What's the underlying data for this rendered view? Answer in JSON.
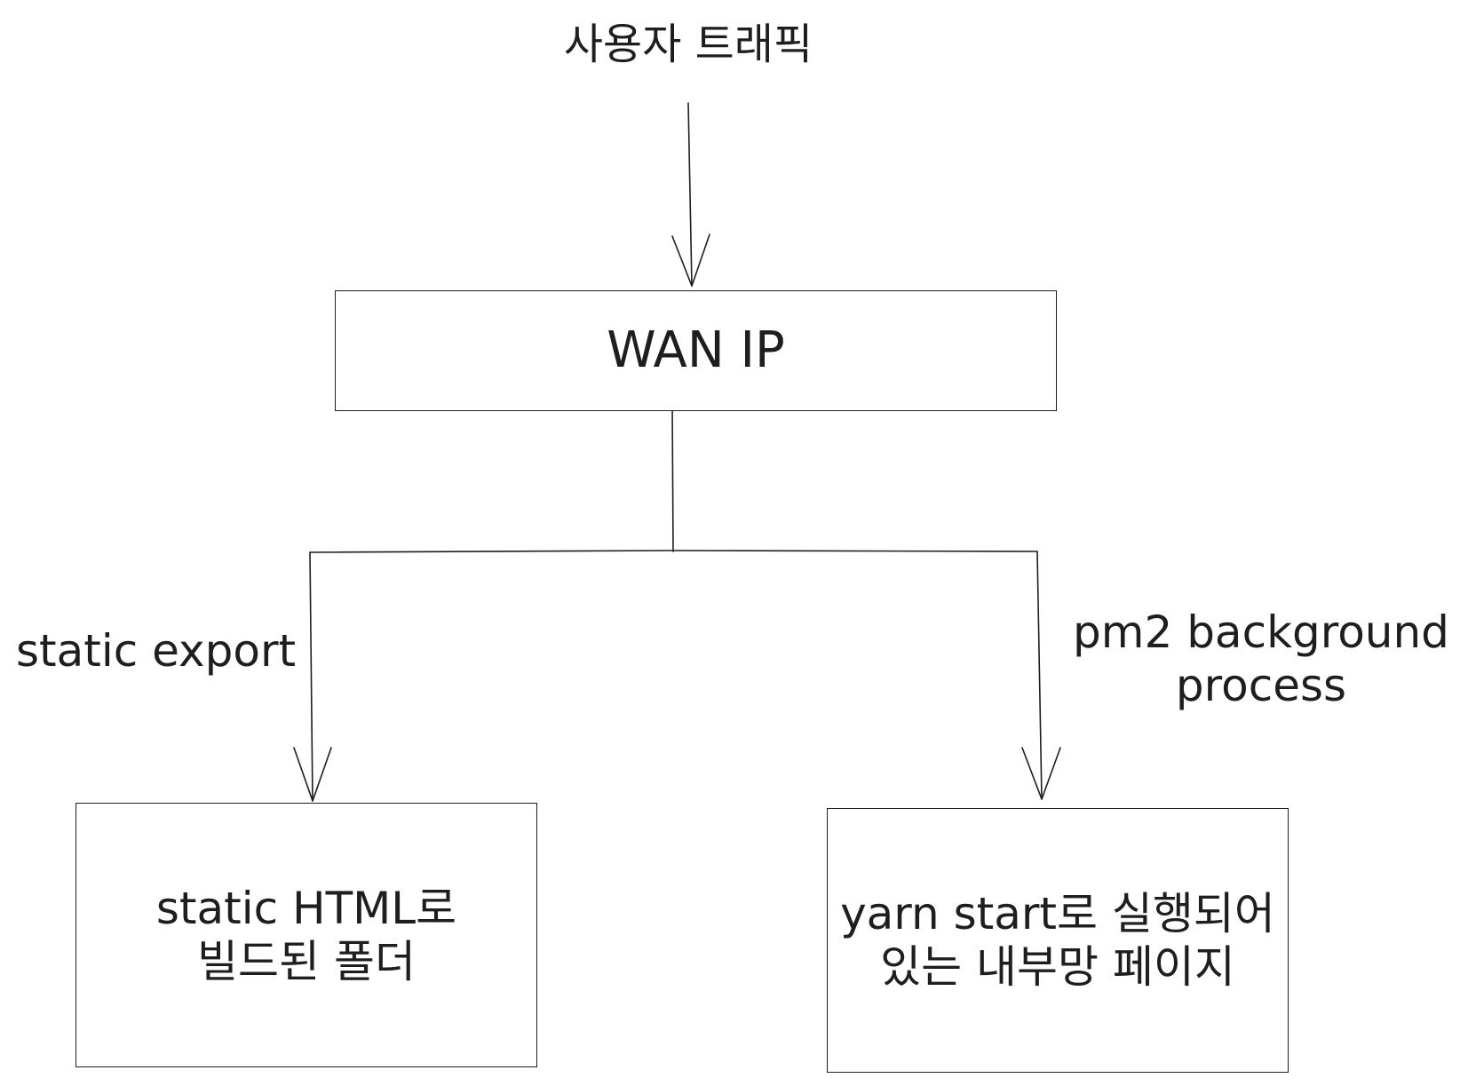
{
  "diagram": {
    "top_label": "사용자 트래픽",
    "wan_box": "WAN IP",
    "left_edge_label": "static export",
    "right_edge_label_line1": "pm2 background",
    "right_edge_label_line2": "process",
    "left_box_line1": "static HTML로",
    "left_box_line2": "빌드된 폴더",
    "right_box_line1": "yarn start로 실행되어",
    "right_box_line2": "있는 내부망 페이지"
  },
  "colors": {
    "stroke": "#1e1e1e",
    "background": "#ffffff"
  }
}
